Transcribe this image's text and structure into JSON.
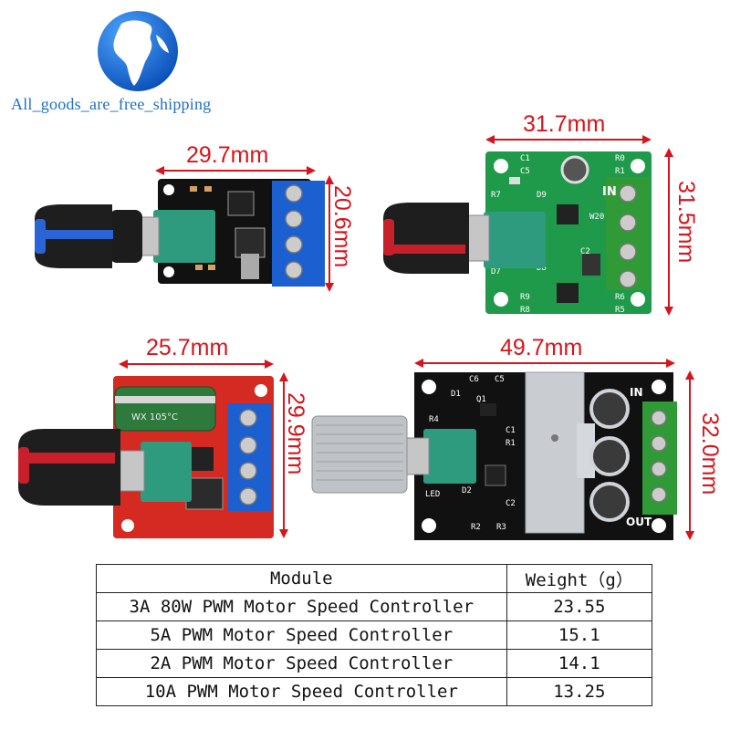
{
  "brand": {
    "text": "All_goods_are_free_shipping",
    "icon": "globe-icon"
  },
  "modules": [
    {
      "id": "top-left",
      "dims": {
        "width": "29.7mm",
        "height": "20.6mm"
      }
    },
    {
      "id": "top-right",
      "dims": {
        "width": "31.7mm",
        "height": "31.5mm"
      },
      "silkscreen": {
        "in": "IN",
        "c1": "C1",
        "c5": "C5",
        "r0": "R0",
        "r1": "R1",
        "r7": "R7",
        "d9": "D9",
        "c2": "C2",
        "d7": "D7",
        "d8": "D8",
        "r9": "R9",
        "r8": "R8",
        "r6": "R6",
        "r5": "R5",
        "code": "W20"
      }
    },
    {
      "id": "bottom-left",
      "dims": {
        "width": "25.7mm",
        "height": "29.9mm"
      },
      "cap_text": "WX 105°C"
    },
    {
      "id": "bottom-right",
      "dims": {
        "width": "49.7mm",
        "height": "32.0mm"
      },
      "silkscreen": {
        "in": "IN",
        "out": "OUT",
        "c6": "C6",
        "c5": "C5",
        "d1": "D1",
        "q1": "Q1",
        "r4": "R4",
        "c1": "C1",
        "r1": "R1",
        "led": "LED",
        "d2": "D2",
        "c2": "C2",
        "r2": "R2",
        "r3": "R3"
      }
    }
  ],
  "table": {
    "headers": [
      "Module",
      "Weight（g）"
    ],
    "rows": [
      [
        "3A 80W PWM Motor Speed Controller",
        "23.55"
      ],
      [
        "5A PWM Motor Speed Controller",
        "15.1"
      ],
      [
        "2A PWM Motor Speed Controller",
        "14.1"
      ],
      [
        "10A PWM Motor Speed Controller",
        "13.25"
      ]
    ]
  },
  "colors": {
    "dimension_red": "#d6141c",
    "brand_blue": "#1f6fc4",
    "pcb_black": "#111111",
    "pcb_green": "#1f9a4a",
    "pcb_red": "#d42a22",
    "terminal_blue": "#1b5fd1",
    "terminal_green": "#2f9a36"
  }
}
